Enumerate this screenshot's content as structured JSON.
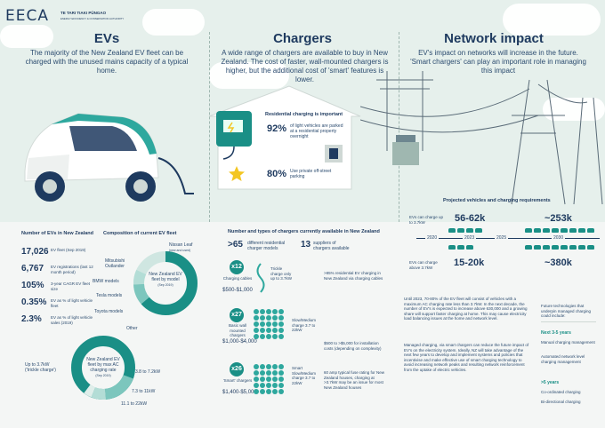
{
  "logo": {
    "mark": "EECA",
    "line1": "TE TARI TIAKI PŪNGAO",
    "line2": "ENERGY EFFICIENCY & CONSERVATION AUTHORITY"
  },
  "evs": {
    "title": "EVs",
    "intro": "The majority of the New Zealand EV fleet can be charged with the unused mains capacity of a typical home."
  },
  "chargers": {
    "title": "Chargers",
    "intro": "A wide range of chargers are available to buy in New Zealand. The cost of faster, wall-mounted chargers is higher, but the additional cost of 'smart' features is lower."
  },
  "network": {
    "title": "Network impact",
    "intro": "EV's impact on networks will increase in the future. 'Smart chargers' can play an important role in managing this impact"
  },
  "residential": {
    "heading": "Residential charging is important",
    "stat1_value": "92%",
    "stat1_text": "of light vehicles are parked at a residential property overnight",
    "stat2_value": "80%",
    "stat2_text": "Use private off-street parking"
  },
  "ev_numbers": {
    "heading": "Number of EVs in New Zealand",
    "stats": [
      {
        "value": "17,026",
        "text": "EV fleet (Sep 2019)"
      },
      {
        "value": "6,767",
        "text": "EV registrations (last 12 month period)"
      },
      {
        "value": "105%",
        "text": "3-year CAGR EV fleet size"
      },
      {
        "value": "0.35%",
        "text": "EV as % of light vehicle fleet"
      },
      {
        "value": "2.3%",
        "text": "EV as % of light vehicle sales (2019)"
      }
    ]
  },
  "composition": {
    "heading": "Composition of current EV fleet",
    "center": "New Zealand EV fleet by model",
    "center_date": "(Sep 2019)",
    "labels": [
      "Nissan Leaf",
      "(new and used)",
      "Mitsubishi Outlander",
      "BMW models",
      "Tesla models",
      "Toyota models",
      "Other"
    ]
  },
  "chargers_rate": {
    "center": "New Zealand EV fleet by max AC charging rate",
    "center_date": "(Sep 2019)",
    "labels": [
      "Up to 3.7kW ('trickle charge')",
      "3.8 to 7.2kW",
      "7.3 to 11kW",
      "11.1 to 22kW"
    ]
  },
  "charger_types": {
    "heading": "Number and types of chargers currently available in New Zealand",
    "stat1_value": ">65",
    "stat1_text": "different residential charger models",
    "stat2_value": "13",
    "stat2_text": "suppliers of chargers available",
    "rows": [
      {
        "badge": "x12",
        "name": "Charging cables",
        "price": "$500-$1,000",
        "rate": "Trickle charge only up to 3.7kW",
        "note": ">85% residential EV charging in New Zealand via charging cables"
      },
      {
        "badge": "x27",
        "name": "Basic wall mounted chargers",
        "price": "$1,000-$4,000",
        "rate": "Slow/Medium charge 3.7 to 22kW",
        "note": "$500 to >$5,000 for installation costs (depending on complexity)"
      },
      {
        "badge": "x26",
        "name": "'Smart' chargers",
        "price": "$1,400-$5,000",
        "rate": "Smart Slow/Medium charge 3.7 to 22kW",
        "note": "60 amp typical fuse rating for New Zealand houses, charging at >3.7kW may be an issue for most New Zealand houses"
      }
    ]
  },
  "projection": {
    "heading": "Projected vehicles and charging requirements",
    "row1_label": "EVs can charge up to 3.7kW",
    "row2_label": "EVs can charge above 3.7kW",
    "v2023a": "56-62k",
    "v2030a": "~253k",
    "v2023b": "15-20k",
    "v2030b": "~380k",
    "years": [
      "2020",
      "2023",
      "2025",
      "2030"
    ]
  },
  "body": {
    "p1": "Until 2023, 70-80% of the EV fleet will consist of vehicles with a maximum AC charging rate less than 3.7kW. In the next decade, the number of EV's is expected to increase above 630,000 and a growing share will support faster charging at home. This may cause electricity load balancing issues at the home and network level.",
    "p2": "Managed charging, via smart chargers can reduce the future impact of EV's on the electricity system. Ideally, NZ will take advantage of the next few years to develop and implement systems and policies that incentivise and make effective use of smart charging technology to avoid increasing network peaks and resulting network reinforcement from the uptake of electric vehicles."
  },
  "future": {
    "intro": "Future technologies that underpin managed charging could include:",
    "h1": "Next 3-5 years",
    "i1": "Manual charging management",
    "i2": "Automated network level charging management",
    "h2": ">5 years",
    "i3": "Co-ordinated charging",
    "i4": "Bi-directional charging"
  }
}
